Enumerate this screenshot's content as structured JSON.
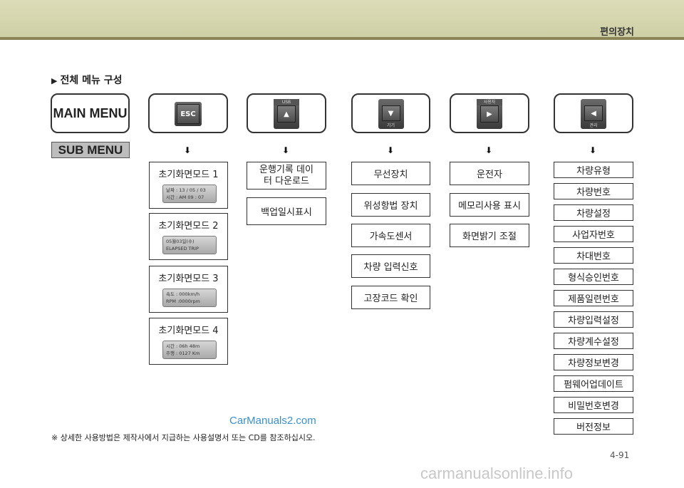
{
  "header": {
    "title": "편의장치"
  },
  "section": {
    "title": "전체 메뉴 구성"
  },
  "main_menu": "MAIN MENU",
  "sub_menu": "SUB MENU",
  "keys": [
    {
      "face": "ESC",
      "cap": "",
      "bottom": ""
    },
    {
      "face": "▲",
      "cap": "USB",
      "bottom": ""
    },
    {
      "face": "▼",
      "cap": "",
      "bottom": "기기"
    },
    {
      "face": "▶",
      "cap": "사용자",
      "bottom": ""
    },
    {
      "face": "◀",
      "cap": "",
      "bottom": "관리"
    }
  ],
  "esc_column": [
    {
      "label": "초기화면모드 1",
      "lcd": [
        "날짜 : 13 / 05 / 03",
        "시간 : AM  09 : 07"
      ]
    },
    {
      "label": "초기화면모드 2",
      "lcd": [
        "05월03일(수)",
        "ELAPSED   TRIP"
      ]
    },
    {
      "label": "초기화면모드 3",
      "lcd": [
        "속도 : 000km/h",
        "RPM :0000rpm"
      ]
    },
    {
      "label": "초기화면모드 4",
      "lcd": [
        "시간 : 06h 48m",
        "주행 : 0127 Km"
      ]
    }
  ],
  "usb_column": [
    "운행기록 데이터 다운로드",
    "백업일시표시"
  ],
  "device_column": [
    "무선장치",
    "위성항법 장치",
    "가속도센서",
    "차량 입력신호",
    "고장코드 확인"
  ],
  "user_column": [
    "운전자",
    "메모리사용 표시",
    "화면밝기 조절"
  ],
  "admin_column": [
    "차량유형",
    "차량번호",
    "차량설정",
    "사업자번호",
    "차대번호",
    "형식승인번호",
    "제품일련번호",
    "차량입력설정",
    "차량계수설정",
    "차량정보변경",
    "펌웨어업데이트",
    "비밀번호변경",
    "버전정보"
  ],
  "footnote": "※ 상세한 사용방법은 제작사에서 지급하는 사용설명서 또는 CD를 참조하십시오.",
  "watermark": "CarManuals2.com",
  "page_number": "4-91",
  "bottom_watermark": "carmanualsonline.info"
}
